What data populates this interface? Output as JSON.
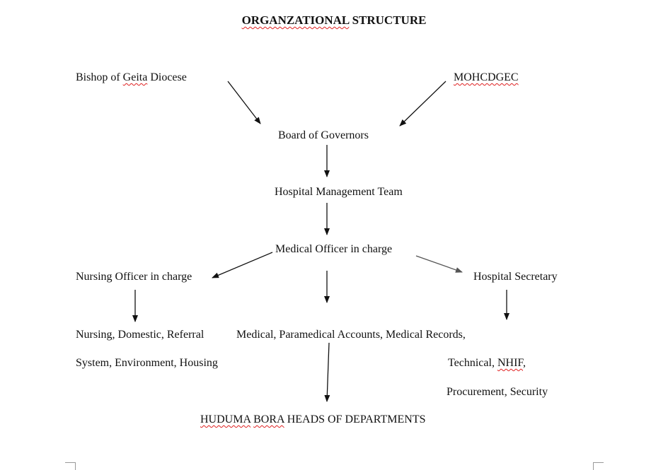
{
  "title": {
    "word1": "ORGANZATIONAL",
    "word2": "STRUCTURE"
  },
  "nodes": {
    "bishop": {
      "pre": "Bishop of ",
      "misspelled": "Geita",
      "post": " Diocese"
    },
    "ministry": "MOHCDGEC",
    "board": "Board of Governors",
    "management": "Hospital Management Team",
    "medical_officer": "Medical Officer in charge",
    "nursing_officer": "Nursing Officer in charge",
    "secretary": "Hospital Secretary",
    "nursing_depts_line1": "Nursing, Domestic, Referral",
    "nursing_depts_line2": "System, Environment, Housing",
    "medical_depts": "Medical, Paramedical Accounts, Medical Records,",
    "secretary_depts_line2_pre": "Technical, ",
    "secretary_depts_line2_misspelled": "NHIF",
    "secretary_depts_line2_post": ",",
    "secretary_depts_line3": "Procurement, Security",
    "heads": {
      "misspelled1": "HUDUMA",
      "misspelled2": "BORA",
      "rest": " HEADS OF DEPARTMENTS"
    }
  },
  "colors": {
    "spell_underline": "#e02020",
    "arrow": "#111111",
    "arrow_gray": "#555555"
  }
}
